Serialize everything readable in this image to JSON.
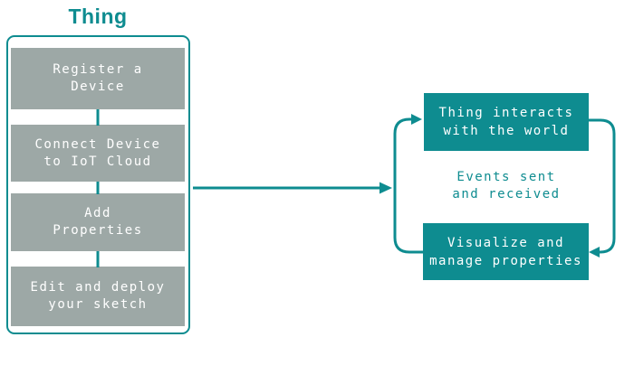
{
  "title": "Thing",
  "colors": {
    "teal": "#0E8C90",
    "box_gray": "#9DA8A6",
    "box_text": "#FFFFFF",
    "background": "#FFFFFF"
  },
  "left_panel": {
    "steps": [
      {
        "line1": "Register a",
        "line2": "Device"
      },
      {
        "line1": "Connect Device",
        "line2": "to IoT Cloud"
      },
      {
        "line1": "Add",
        "line2": "Properties"
      },
      {
        "line1": "Edit and deploy",
        "line2": "your sketch"
      }
    ]
  },
  "cycle": {
    "top_box": {
      "line1": "Thing interacts",
      "line2": "with the world"
    },
    "middle_label": {
      "line1": "Events sent",
      "line2": "and received"
    },
    "bottom_box": {
      "line1": "Visualize and",
      "line2": "manage properties"
    }
  }
}
